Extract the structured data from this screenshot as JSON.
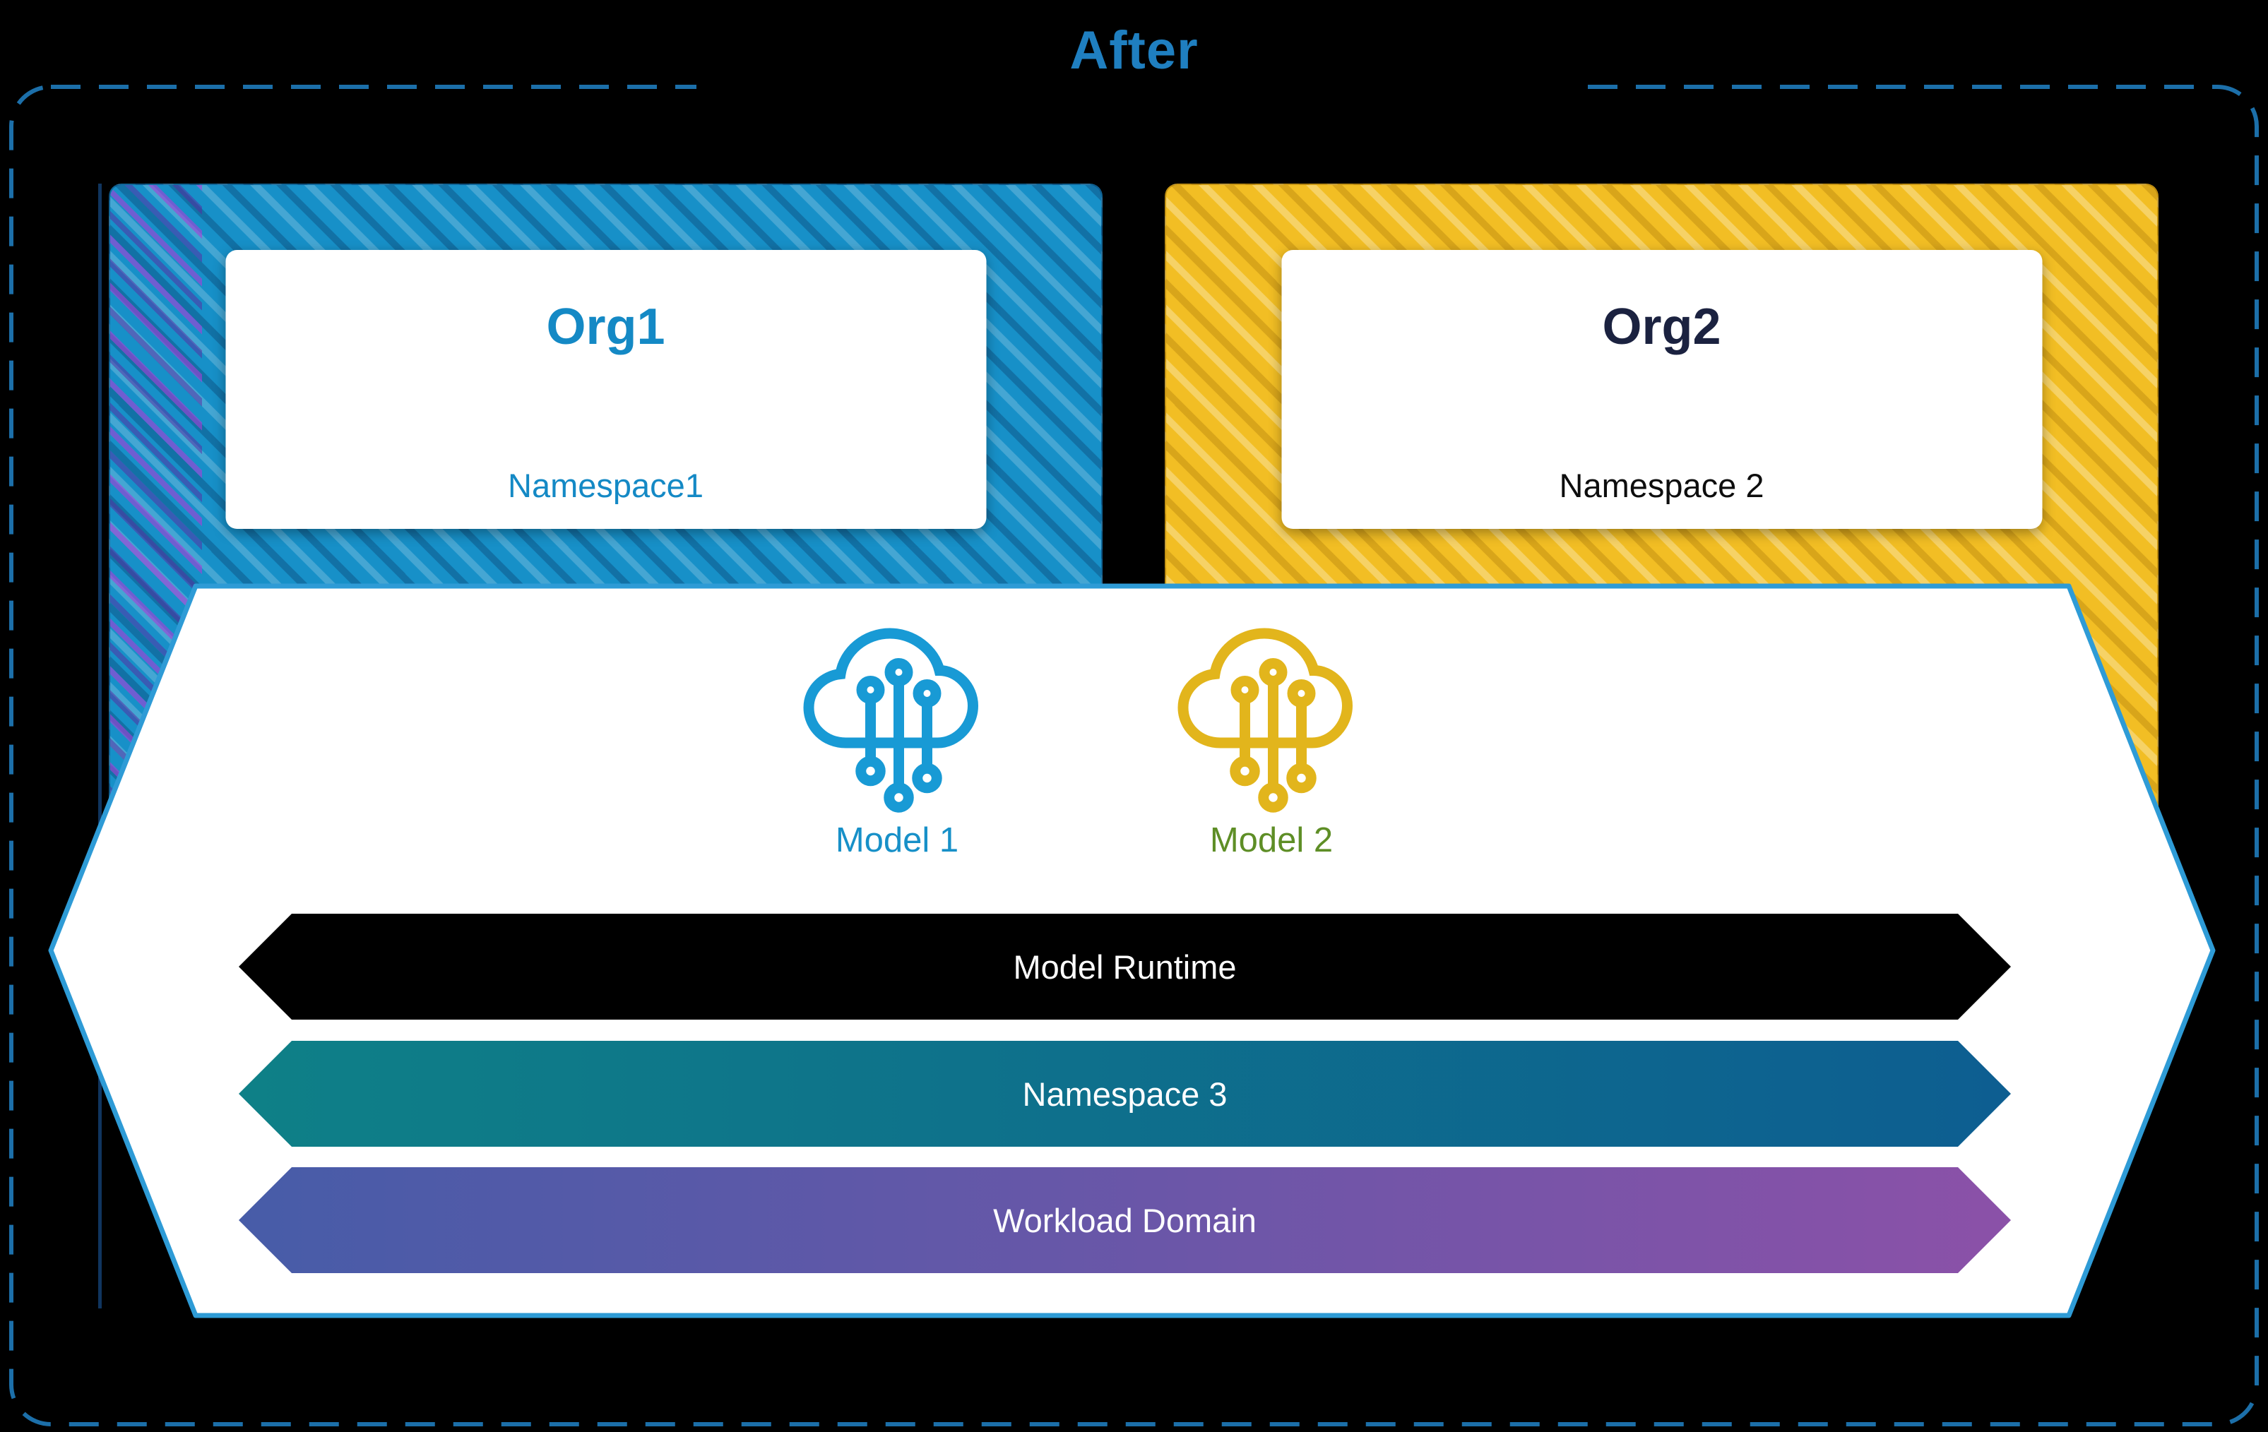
{
  "title": "After",
  "org1": {
    "name": "Org1",
    "namespace": "Namespace1"
  },
  "org2": {
    "name": "Org2",
    "namespace": "Namespace 2"
  },
  "models": [
    {
      "label": "Model 1",
      "icon": "cloud-circuit-icon",
      "stroke_color": "#189AD5",
      "label_color": "#1790C8"
    },
    {
      "label": "Model 2",
      "icon": "cloud-circuit-icon",
      "stroke_color": "#E2B51C",
      "label_color": "#5E8E26"
    }
  ],
  "banners": [
    {
      "label": "Model Runtime",
      "bg": "#000000"
    },
    {
      "label": "Namespace 3",
      "bg_from": "#0E8087",
      "bg_to": "#0D5E91"
    },
    {
      "label": "Workload Domain",
      "bg_from": "#475CA8",
      "bg_to": "#8B51A8"
    }
  ],
  "colors": {
    "background": "#000000",
    "title_text": "#1F7FC0",
    "dashed_border": "#1C6FA9",
    "org1_panel": "#1790C8",
    "org2_panel": "#F2BE24",
    "org1_text": "#1489C5",
    "org2_text": "#1B2240",
    "hexagon_border": "#2E9BD6",
    "hexagon_fill": "#FFFFFF",
    "boundary_line": "#10355F"
  }
}
